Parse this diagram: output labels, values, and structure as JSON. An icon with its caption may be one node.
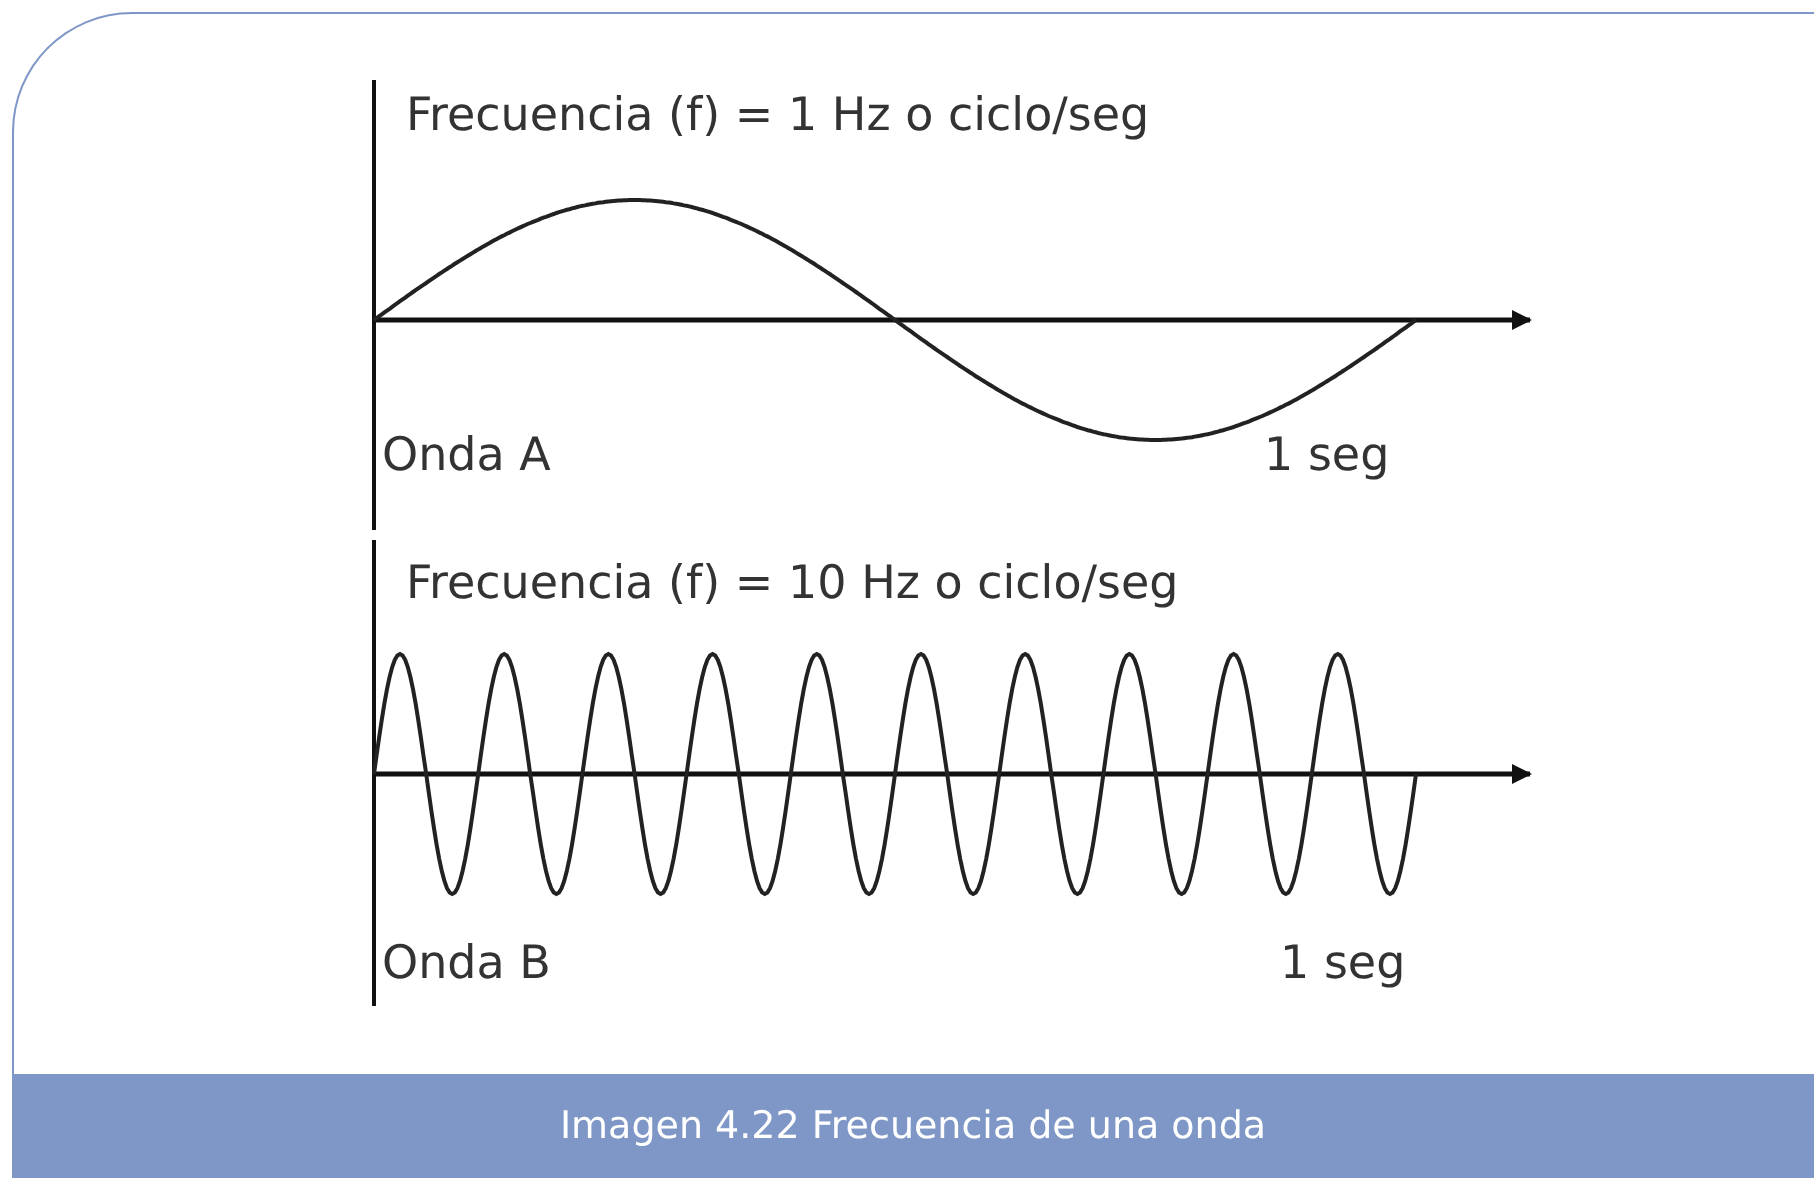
{
  "diagram": {
    "caption": "Imagen 4.22 Frecuencia de una onda",
    "labels": [
      "Frecuencia (f) = 1 Hz o ciclo/seg",
      "Onda A",
      "1 seg",
      "Frecuencia (f) = 10 Hz o ciclo/seg",
      "Onda B",
      "1 seg"
    ]
  }
}
